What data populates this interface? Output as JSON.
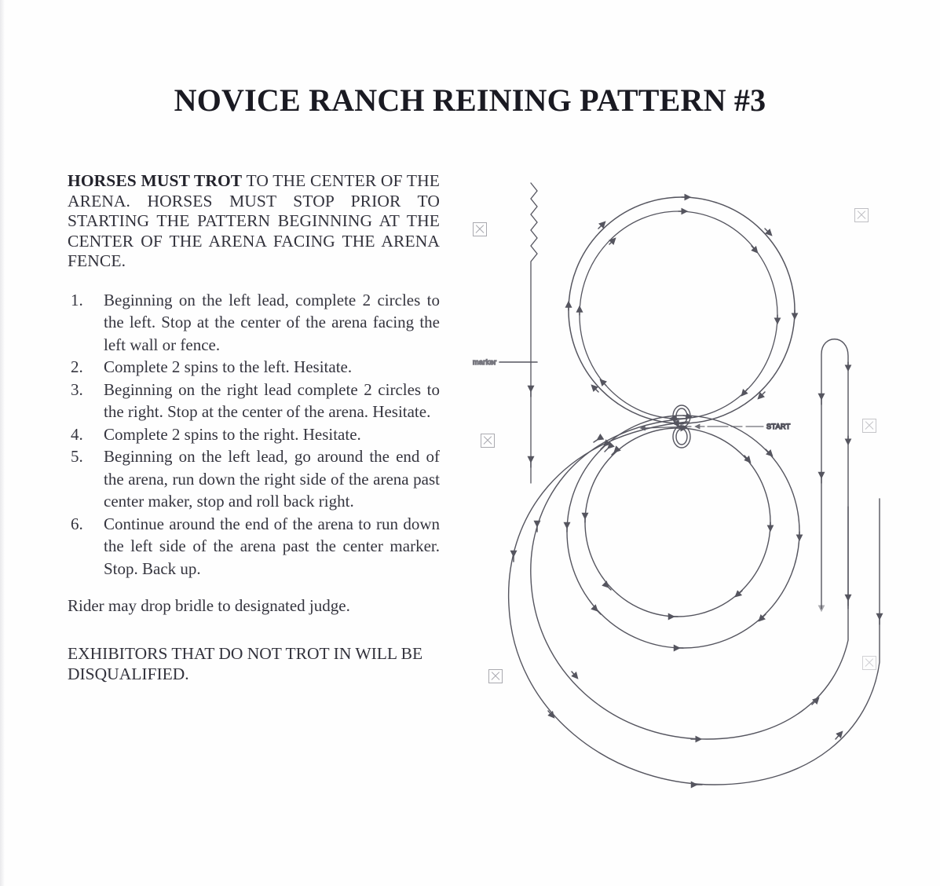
{
  "document": {
    "title": "NOVICE RANCH REINING PATTERN #3"
  },
  "intro": {
    "bold_lead": "HORSES MUST TROT",
    "rest": " TO THE CENTER OF THE ARENA. HORSES MUST STOP PRIOR TO STARTING THE PATTERN  BEGINNING AT THE CENTER OF THE ARENA FACING THE ARENA FENCE."
  },
  "steps": [
    {
      "number": "1.",
      "text": "Beginning on the left lead, complete 2 circles to the left. Stop at the center of the arena facing the left wall or fence."
    },
    {
      "number": "2.",
      "text": "Complete 2 spins to the left. Hesitate."
    },
    {
      "number": "3.",
      "text": "Beginning on the right lead complete 2 circles to the right.  Stop at the center of the arena. Hesitate."
    },
    {
      "number": "4.",
      "text": "Complete 2 spins to the right. Hesitate."
    },
    {
      "number": "5.",
      "text": "Beginning on the left lead, go around the end of the arena, run down the right side of the arena past center maker, stop and roll back right."
    },
    {
      "number": "6.",
      "text": "Continue around the end of the arena to run down the left side of the arena past the center marker. Stop. Back up."
    }
  ],
  "note": "Rider may drop bridle to designated judge.",
  "warning": "EXHIBITORS THAT DO NOT TROT IN WILL BE DISQUALIFIED.",
  "diagram": {
    "start_label": "START",
    "marker_label": "marker",
    "broken_image_markers": 6,
    "colors": {
      "ink": "#4a4a54",
      "paper": "#fefefe",
      "faint_ink": "#8d8d95"
    },
    "elements": [
      "upper-circle-outer",
      "upper-circle-inner",
      "lower-circle-outer",
      "lower-circle-inner",
      "large-sweep-arc-outer",
      "large-sweep-arc-inner",
      "center-spin-symbol",
      "right-rollback-hairpin",
      "left-backup-zigzag",
      "start-arrow"
    ]
  }
}
